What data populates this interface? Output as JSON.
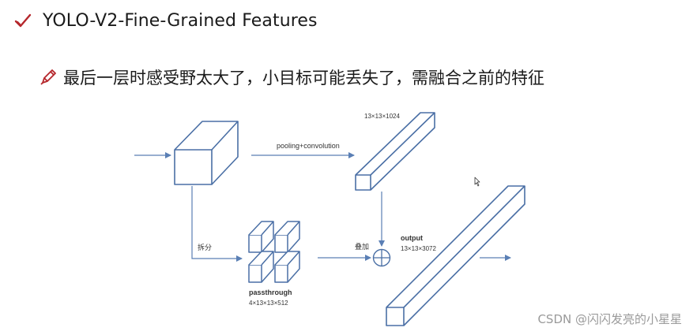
{
  "title": "YOLO-V2-Fine-Grained Features",
  "bullet": "最后一层时感受野太大了，小目标可能丢失了，需融合之前的特征",
  "icons": {
    "title": "check-icon",
    "bullet": "pencil-icon"
  },
  "colors": {
    "accent": "#b5262b",
    "line": "#4a6fa5",
    "arrow": "#5a7fb5"
  },
  "diagram": {
    "pooling_label": "pooling+convolution",
    "top_dims": "13×13×1024",
    "split_label": "拆分",
    "stack_label": "叠加",
    "passthrough_label": "passthrough",
    "passthrough_dims": "4×13×13×512",
    "output_label": "output",
    "output_dims": "13×13×3072"
  },
  "watermark": "CSDN @闪闪发亮的小星星"
}
